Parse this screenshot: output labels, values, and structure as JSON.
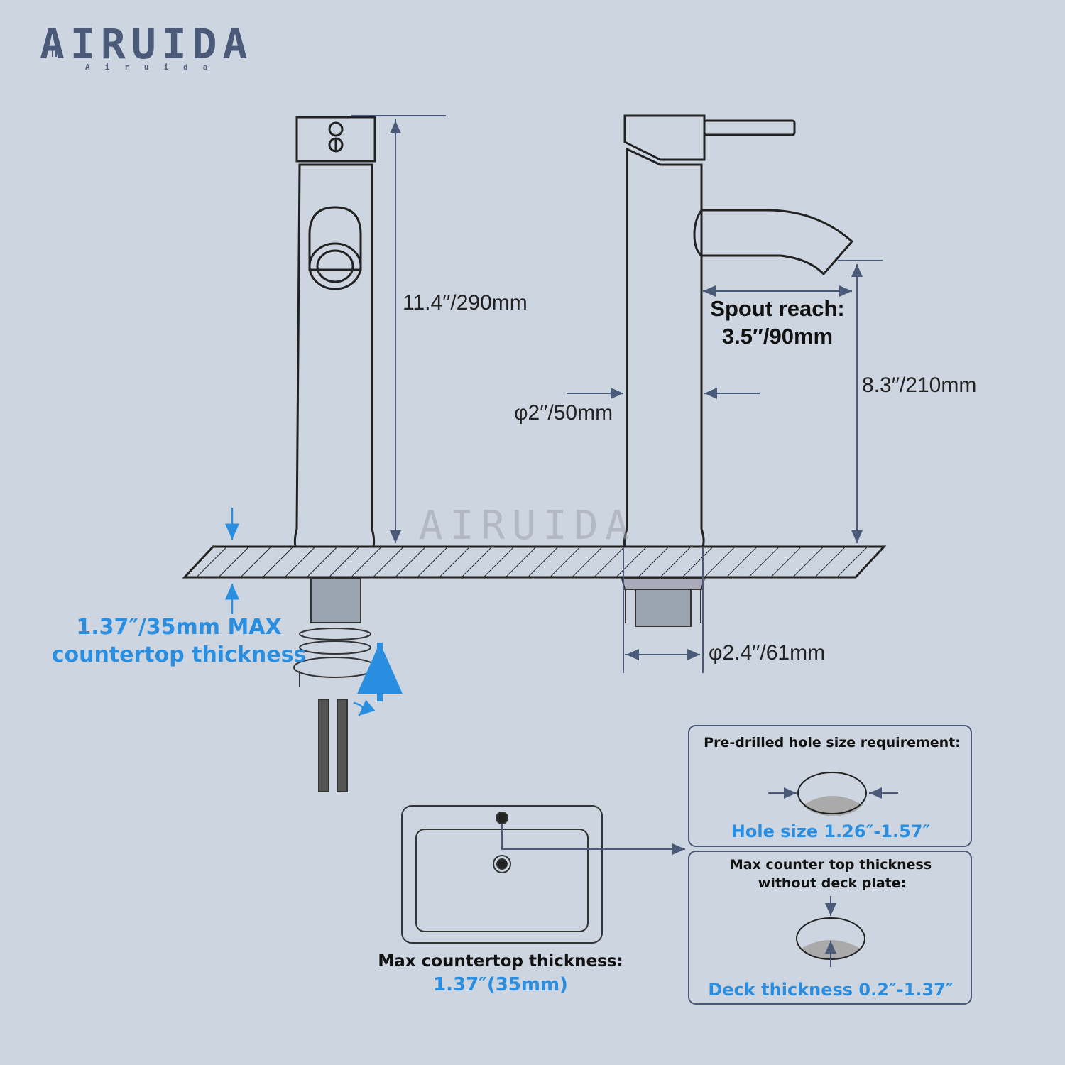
{
  "brand": {
    "logo": "AIRUIDA",
    "logo_sub": "Airuida",
    "watermark": "AIRUIDA"
  },
  "dimensions": {
    "total_height": "11.4′′/290mm",
    "spout_reach_label": "Spout reach:",
    "spout_reach_value": "3.5″/90mm",
    "spout_height": "8.3′′/210mm",
    "body_diameter": "φ2′′/50mm",
    "base_diameter": "φ2.4′′/61mm"
  },
  "countertop": {
    "line1": "1.37″/35mm MAX",
    "line2": "countertop thickness"
  },
  "sink": {
    "label": "Max countertop thickness:",
    "value": "1.37″(35mm)"
  },
  "hole_box": {
    "title": "Pre-drilled hole size requirement:",
    "value": "Hole size 1.26″-1.57″"
  },
  "deck_box": {
    "title_line1": "Max counter top thickness",
    "title_line2": "without deck plate:",
    "value": "Deck thickness 0.2″-1.37″"
  },
  "colors": {
    "background": "#cdd5e0",
    "line": "#4a5a78",
    "accent": "#2a8ee0"
  }
}
